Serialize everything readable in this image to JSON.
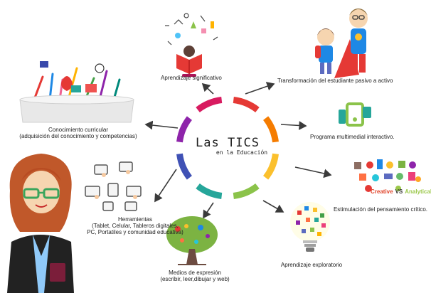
{
  "title": {
    "line1": "Las TICS",
    "line2": "en la Educación"
  },
  "nodes": {
    "aprendizaje_significativo": "Aprendizaje significativo",
    "transformacion": "Transformación del estudiante pasivo a activo",
    "conocimiento_line1": "Conocimiento curricular",
    "conocimiento_line2": "(adquisición del conocimiento y competencias)",
    "programa": "Programa multimedial interactivo.",
    "estimulacion": "Estimulación del pensamiento crítico.",
    "creative": "Creative",
    "vs": "VS",
    "analytical": "Analytical",
    "herramientas_line1": "Herramientas",
    "herramientas_line2": "(Tablet, Celular, Tableros digitales,",
    "herramientas_line3": "PC, Portatiles y comunidad educativa)",
    "medios_line1": "Medios de expresión",
    "medios_line2": "(escribir, leer,dibujar y web)",
    "exploratorio": "Aprendizaje exploratorio"
  },
  "colors": {
    "ring": [
      "#e53935",
      "#f57c00",
      "#fbc02d",
      "#8bc34a",
      "#26a69a",
      "#3f51b5",
      "#8e24aa",
      "#d81b60"
    ],
    "arrow": "#3a3a3a"
  },
  "icons": [
    "reading-girl-icon",
    "superhero-students-icon",
    "school-supplies-basket-icon",
    "multimedia-devices-icon",
    "creative-analytical-icons",
    "tablet-hands-icon",
    "creative-tree-icon",
    "lightbulb-icon",
    "teacher-woman-icon"
  ]
}
